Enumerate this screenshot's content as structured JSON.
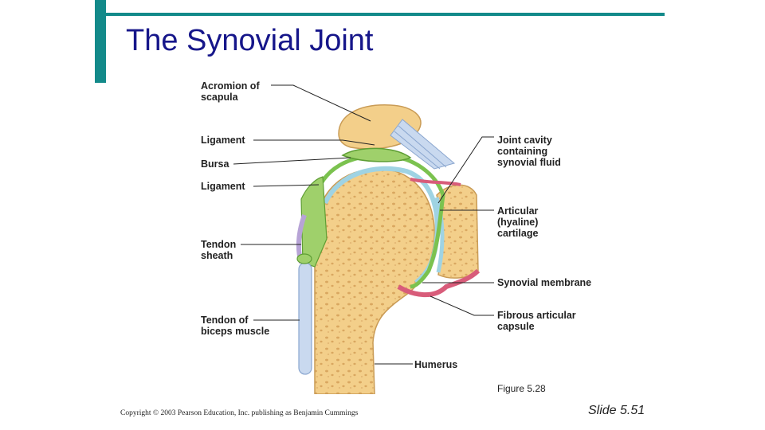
{
  "slide": {
    "title": "The Synovial Joint",
    "figure_caption": "Figure 5.28",
    "copyright": "Copyright © 2003 Pearson Education, Inc. publishing as Benjamin Cummings",
    "slide_number": "Slide 5.51",
    "accent_color": "#138a8a",
    "title_color": "#16168a"
  },
  "diagram": {
    "labels_left": [
      {
        "id": "acromion",
        "lines": [
          "Acromion of",
          "scapula"
        ]
      },
      {
        "id": "ligament-top",
        "lines": [
          "Ligament"
        ]
      },
      {
        "id": "bursa",
        "lines": [
          "Bursa"
        ]
      },
      {
        "id": "ligament-lower",
        "lines": [
          "Ligament"
        ]
      },
      {
        "id": "tendon-sheath",
        "lines": [
          "Tendon",
          "sheath"
        ]
      },
      {
        "id": "tendon-biceps",
        "lines": [
          "Tendon of",
          "biceps muscle"
        ]
      }
    ],
    "labels_right": [
      {
        "id": "joint-cavity",
        "lines": [
          "Joint cavity",
          "containing",
          "synovial fluid"
        ]
      },
      {
        "id": "articular-cartilage",
        "lines": [
          "Articular",
          "(hyaline)",
          "cartilage"
        ]
      },
      {
        "id": "synovial-membrane",
        "lines": [
          "Synovial membrane"
        ]
      },
      {
        "id": "fibrous-capsule",
        "lines": [
          "Fibrous articular",
          "capsule"
        ]
      },
      {
        "id": "humerus",
        "lines": [
          "Humerus"
        ]
      }
    ]
  }
}
